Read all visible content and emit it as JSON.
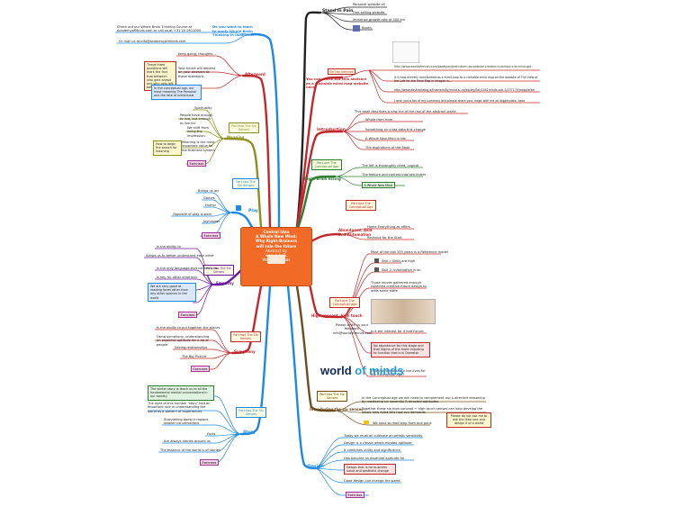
{
  "central": {
    "title": "Central Idea",
    "lines": [
      "A Whole New Mind:",
      "Why Right-Brainers",
      "will rule the future",
      "Abstract by",
      "www.JulioSL"
    ],
    "footer": "World of Minds"
  },
  "branches": {
    "stand_in_pain": {
      "label": "Stand in Pain",
      "color": "#222222",
      "items": [
        "Personal website all",
        "Free selling website",
        "Immense growth rate of 500 km",
        "Books"
      ]
    },
    "you_can_check": {
      "label": "You can check out this abstract as a clickable mind map website here",
      "color": "#c1272d",
      "tag": "On the internet",
      "items": [
        "http://www.worldofminds.com/gazeylay/brainstorm-as-website-creation-summary-clio-mind-gpt",
        "It is now entirely transformed as a mind map to a clickable mind map on the website of The View of the Left for the Mind Map In Images in...",
        "http://www.abstractalog.a/thebrainlity/mind-sl-ne/biplay/flat/1001minds-sub-5/237170/mapple/tm",
        "I wish you a fan of my summary and please share your maps with me on biggerplate, base"
      ]
    },
    "introduction": {
      "label": "Introduction",
      "color": "#c1272d",
      "header": "This book describes a new era of the rise of the abstract world",
      "items": [
        "Whole from from",
        "Something on cross data this change",
        "A Whole New Mind in Ide",
        "The aspirations of the Book"
      ]
    },
    "right_brain_rising": {
      "label": "Right Brain Rising",
      "color": "#2e7d32",
      "part": "Part one The Conceptual Age",
      "items": [
        "The left is thoroughly cited, Logical",
        "The feature and contest into two hiders"
      ],
      "note": "A Whole New Mind"
    },
    "abundance": {
      "label": "Abundance, Asia and Automation",
      "color": "#c1272d",
      "part": "Part one The Conceptual Age",
      "items": [
        "Home Everything as offers",
        "Revenue for the Start"
      ]
    },
    "high_concept": {
      "label": "High concept, high touch",
      "color": "#c1272d",
      "part": "Part one The Conceptual Age",
      "items": [
        "Most of the last 150 years is a Reference model",
        "Skill I: Skills are high",
        "Skill 2: Information is on",
        "Those moves gathered enough collected creative future design to adds some state",
        "Is it the interest for it fold Future",
        "No abundance for this stage and that Sigma of the more imputing to function that is Is Operator",
        "How can we bear our bar lives for the Conceptual age?"
      ],
      "contact": "Please write us your feedback info@worldofminds.com"
    },
    "introducing_senses": {
      "label": "Introducing the six senses",
      "color": "#6d4c1f",
      "part": "Part two The Six Senses",
      "items": [
        "In the Conceptual age we will need to complement our L-directed reasoning by mastering six essential R-directed aptitudes.",
        "Together these six high concept + high touch senses can help develop the whole new mind this new era demands.",
        "We have to read step from one pace"
      ],
      "note": "Please do not ask me to ask the little one and design it of a world"
    },
    "design": {
      "label": "Design",
      "color": "#1e88e5",
      "part": "",
      "items": [
        "Today we must all cultivate an artistic sensibility",
        "Design is a classic whole-minded aptitude",
        "It combines utility and significance",
        "Has become an essential aptitude for",
        "Design that is for business value and aesthetic change",
        "Good design can change the world"
      ],
      "exercise": "Exercises"
    },
    "story": {
      "label": "Story",
      "color": "#1e88e5",
      "part": "Part two The Six Senses",
      "items": [
        "The winter story is teach us to all the fundamental mental conversations in our society",
        "The right of this number 'story' had an important role in understanding the world as a pattern of experiences",
        "Storytelling doesn't replace weaker conversations",
        "Facts",
        "Are always stories around us",
        "The essence of the world is of stories"
      ],
      "exercise": "Exercises"
    },
    "symphony": {
      "label": "Symphony",
      "color": "#c1272d",
      "part": "Part two The Six Senses",
      "items": [
        "Is the ability to put together the pieces",
        "Using symphony, understanding an essential aptitude for a lot of people",
        "Seeing relationships",
        "The Big Picture"
      ],
      "exercise": "Exercises"
    },
    "empathy": {
      "label": "Empathy",
      "color": "#6a1b9a",
      "part": "Part two The Six Senses",
      "items": [
        "Is the ability to",
        "Allows us to better understand each other",
        "Is the only language that connects us",
        "Is key for other emotions",
        "We are very good at reading faces other than any other species in the world"
      ],
      "exercise": "Exercises"
    },
    "play": {
      "label": "Play",
      "color": "#1e88e5",
      "part": "Part two The Six Senses",
      "items": [
        "Brings us joy",
        "Games",
        "Humor",
        "Opposite of play is work",
        "Joyfulness"
      ],
      "exercise": "Exercises"
    },
    "meaning": {
      "label": "Meaning",
      "color": "#8d8f1e",
      "part": "Part two The Six Senses",
      "items": [
        "Spirituality",
        "People have enough to live, but enough to live for",
        "We shift from living the impression",
        "Meaning is the most important value for the business system"
      ],
      "note": "How to begin the search for meaning",
      "exercise": "Exercises"
    },
    "afterword": {
      "label": "Afterword",
      "color": "#c1272d",
      "items": [
        "Keep going, thoughts...",
        "Your future will depend on your answers to these questions"
      ],
      "note": "These three questions will mark the fact that between who gets ahead and who gets left behind",
      "note2": "In the conceptual age, our most meaning The Personal and the fate of individuals"
    },
    "do_you_want": {
      "label": "Do you want to learn to apply Whole Brain Thinking in business?",
      "color": "#1e88e5",
      "items": [
        "Check out our Whole Brain Thinking Course at AcademyofMinds.com or call us at +31 20 2611000",
        "Or mail us at info@academyofminds.com"
      ]
    }
  }
}
